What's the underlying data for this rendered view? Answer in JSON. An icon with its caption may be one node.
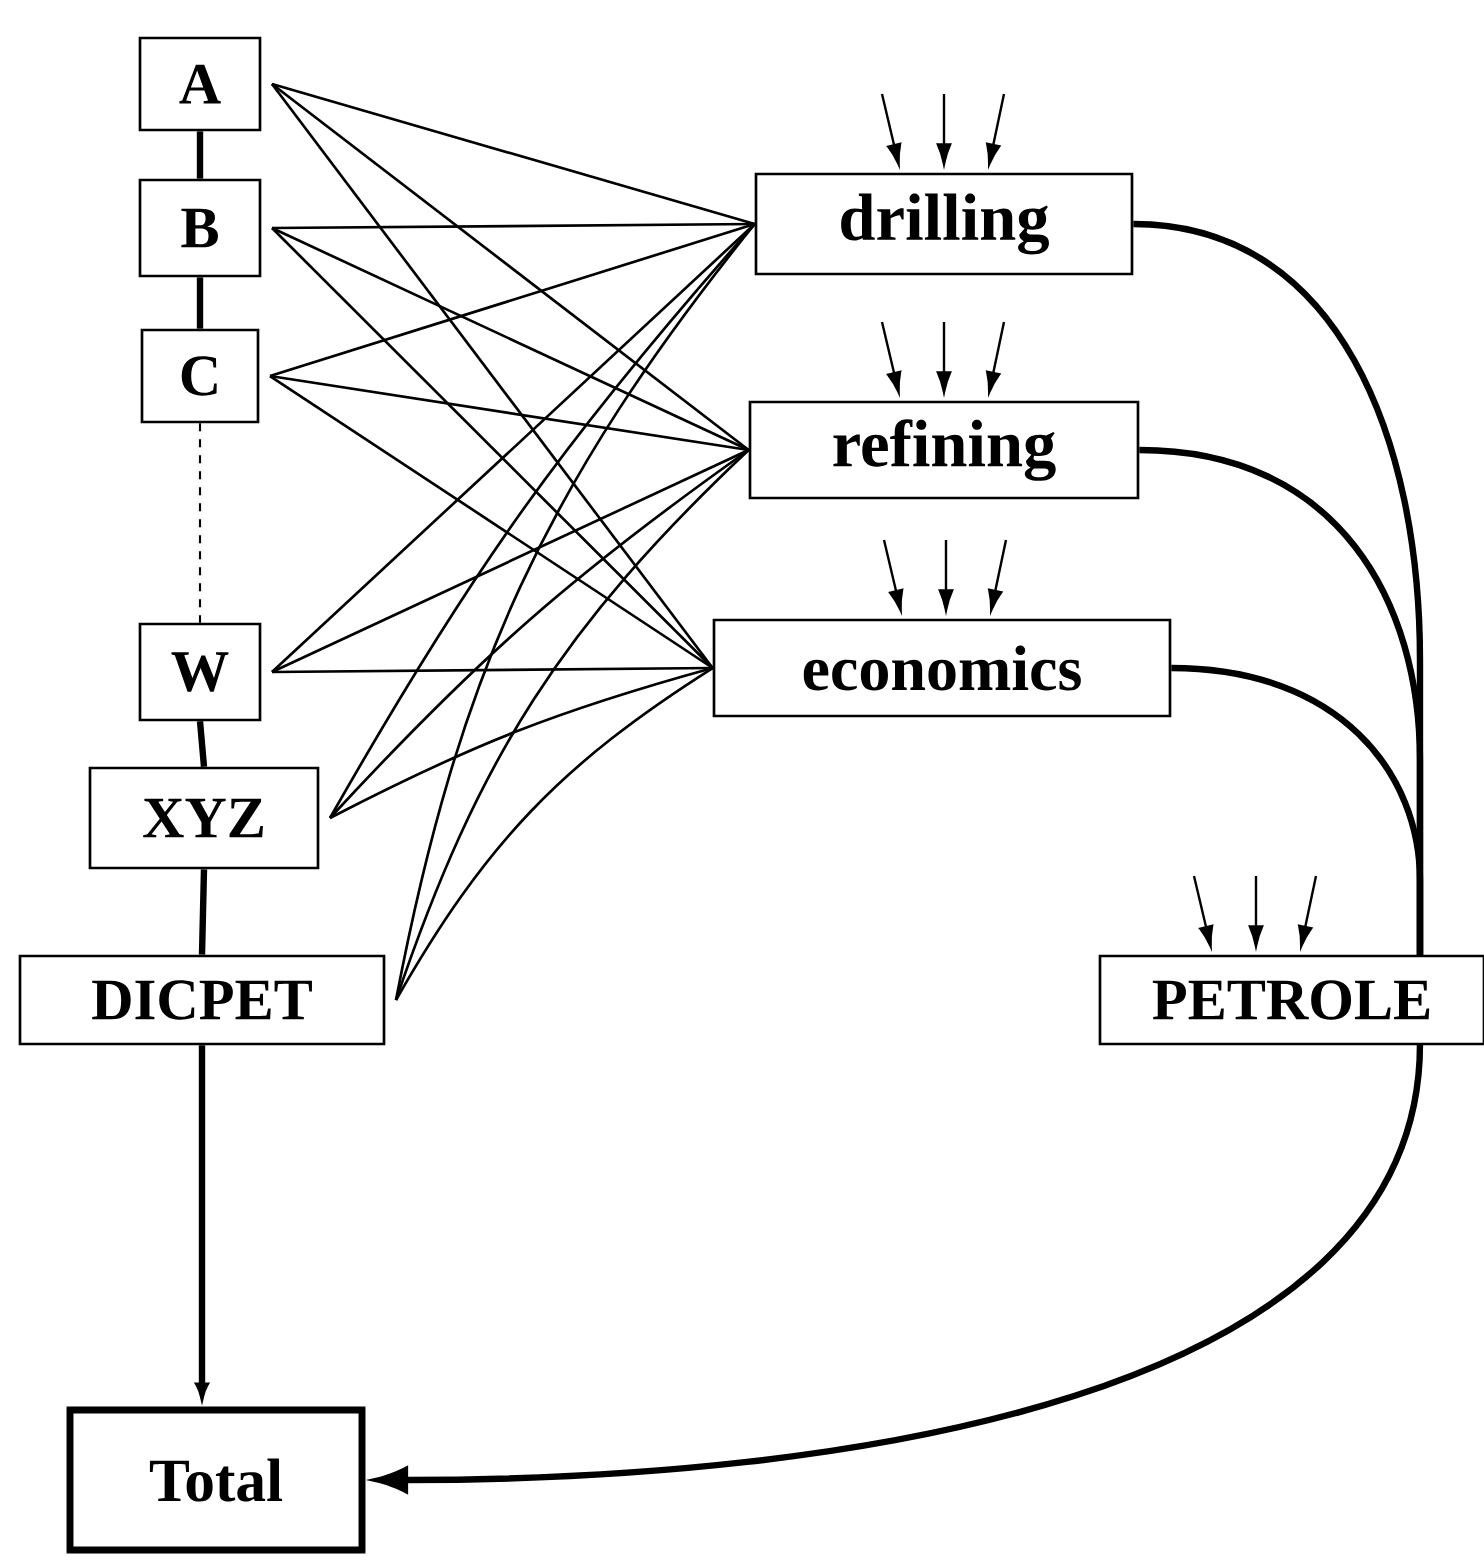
{
  "diagram": {
    "nodes": [
      {
        "text": [
          "A"
        ]
      },
      {
        "text": [
          "B"
        ]
      },
      {
        "text": [
          "C"
        ]
      },
      {
        "text": [
          "W"
        ]
      },
      {
        "text": [
          "XYZ"
        ]
      },
      {
        "text": [
          "DICPET"
        ]
      },
      {
        "text": [
          "drilling"
        ]
      },
      {
        "text": [
          "refining"
        ]
      },
      {
        "text": [
          "economics"
        ]
      },
      {
        "text": [
          "PETROLE"
        ]
      },
      {
        "text": [
          "Total"
        ]
      }
    ],
    "edges": [
      {
        "from": 0,
        "to": 1,
        "arrow": "none",
        "style": "thick"
      },
      {
        "from": 1,
        "to": 2,
        "arrow": "none",
        "style": "thick"
      },
      {
        "from": 2,
        "to": 3,
        "arrow": "none",
        "style": "dashed"
      },
      {
        "from": 3,
        "to": 4,
        "arrow": "none",
        "style": "thick"
      },
      {
        "from": 4,
        "to": 5,
        "arrow": "none",
        "style": "thick"
      },
      {
        "from": 5,
        "to": 10,
        "arrow": "to",
        "style": "thick"
      },
      {
        "from": 0,
        "to": 6,
        "arrow": "none"
      },
      {
        "from": 0,
        "to": 7,
        "arrow": "none"
      },
      {
        "from": 0,
        "to": 8,
        "arrow": "none"
      },
      {
        "from": 1,
        "to": 6,
        "arrow": "none"
      },
      {
        "from": 1,
        "to": 7,
        "arrow": "none"
      },
      {
        "from": 1,
        "to": 8,
        "arrow": "none"
      },
      {
        "from": 2,
        "to": 6,
        "arrow": "none"
      },
      {
        "from": 2,
        "to": 7,
        "arrow": "none"
      },
      {
        "from": 2,
        "to": 8,
        "arrow": "none"
      },
      {
        "from": 3,
        "to": 6,
        "arrow": "none"
      },
      {
        "from": 3,
        "to": 7,
        "arrow": "none"
      },
      {
        "from": 3,
        "to": 8,
        "arrow": "none"
      },
      {
        "from": 4,
        "to": 6,
        "arrow": "none"
      },
      {
        "from": 4,
        "to": 7,
        "arrow": "none"
      },
      {
        "from": 4,
        "to": 8,
        "arrow": "none"
      },
      {
        "from": 5,
        "to": 6,
        "arrow": "none"
      },
      {
        "from": 5,
        "to": 7,
        "arrow": "none"
      },
      {
        "from": 5,
        "to": 8,
        "arrow": "none"
      },
      {
        "from": 6,
        "to": 9,
        "arrow": "none",
        "style": "thick"
      },
      {
        "from": 7,
        "to": 9,
        "arrow": "none",
        "style": "thick"
      },
      {
        "from": 8,
        "to": 9,
        "arrow": "none",
        "style": "thick"
      },
      {
        "from": 9,
        "to": 10,
        "arrow": "to",
        "style": "thick"
      },
      {
        "from": null,
        "to": 6,
        "arrow": "to"
      },
      {
        "from": null,
        "to": 6,
        "arrow": "to"
      },
      {
        "from": null,
        "to": 6,
        "arrow": "to"
      },
      {
        "from": null,
        "to": 7,
        "arrow": "to"
      },
      {
        "from": null,
        "to": 7,
        "arrow": "to"
      },
      {
        "from": null,
        "to": 7,
        "arrow": "to"
      },
      {
        "from": null,
        "to": 8,
        "arrow": "to"
      },
      {
        "from": null,
        "to": 8,
        "arrow": "to"
      },
      {
        "from": null,
        "to": 8,
        "arrow": "to"
      },
      {
        "from": null,
        "to": 9,
        "arrow": "to"
      },
      {
        "from": null,
        "to": 9,
        "arrow": "to"
      },
      {
        "from": null,
        "to": 9,
        "arrow": "to"
      }
    ]
  }
}
